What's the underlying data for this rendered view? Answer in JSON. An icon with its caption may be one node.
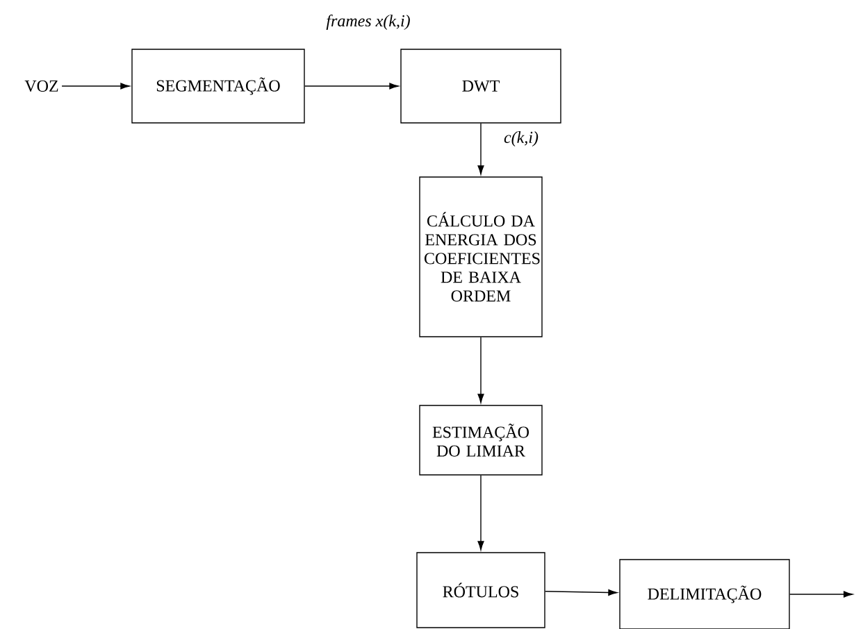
{
  "diagram": {
    "nodes": [
      {
        "text": [
          "VOZ"
        ]
      },
      {
        "text": [
          "SEGMENTAÇÃO"
        ]
      },
      {
        "text": [
          "DWT"
        ]
      },
      {
        "text": [
          "CÁLCULO DA ENERGIA DOS COEFICIENTES DE BAIXA ORDEM"
        ]
      },
      {
        "text": [
          "ESTIMAÇÃO DO LIMIAR"
        ]
      },
      {
        "text": [
          "RÓTULOS"
        ]
      },
      {
        "text": [
          "DELIMITAÇÃO"
        ]
      }
    ],
    "edges": [
      {
        "from": 0,
        "to": 1,
        "arrow": "to"
      },
      {
        "from": 1,
        "to": 2,
        "arrow": "to",
        "label": "frames x(k,i)"
      },
      {
        "from": 2,
        "to": 3,
        "arrow": "to",
        "label": "c(k,i)"
      },
      {
        "from": 3,
        "to": 4,
        "arrow": "to"
      },
      {
        "from": 4,
        "to": 5,
        "arrow": "to"
      },
      {
        "from": 5,
        "to": 6,
        "arrow": "to"
      },
      {
        "from": 6,
        "to": null,
        "arrow": "to"
      }
    ]
  }
}
